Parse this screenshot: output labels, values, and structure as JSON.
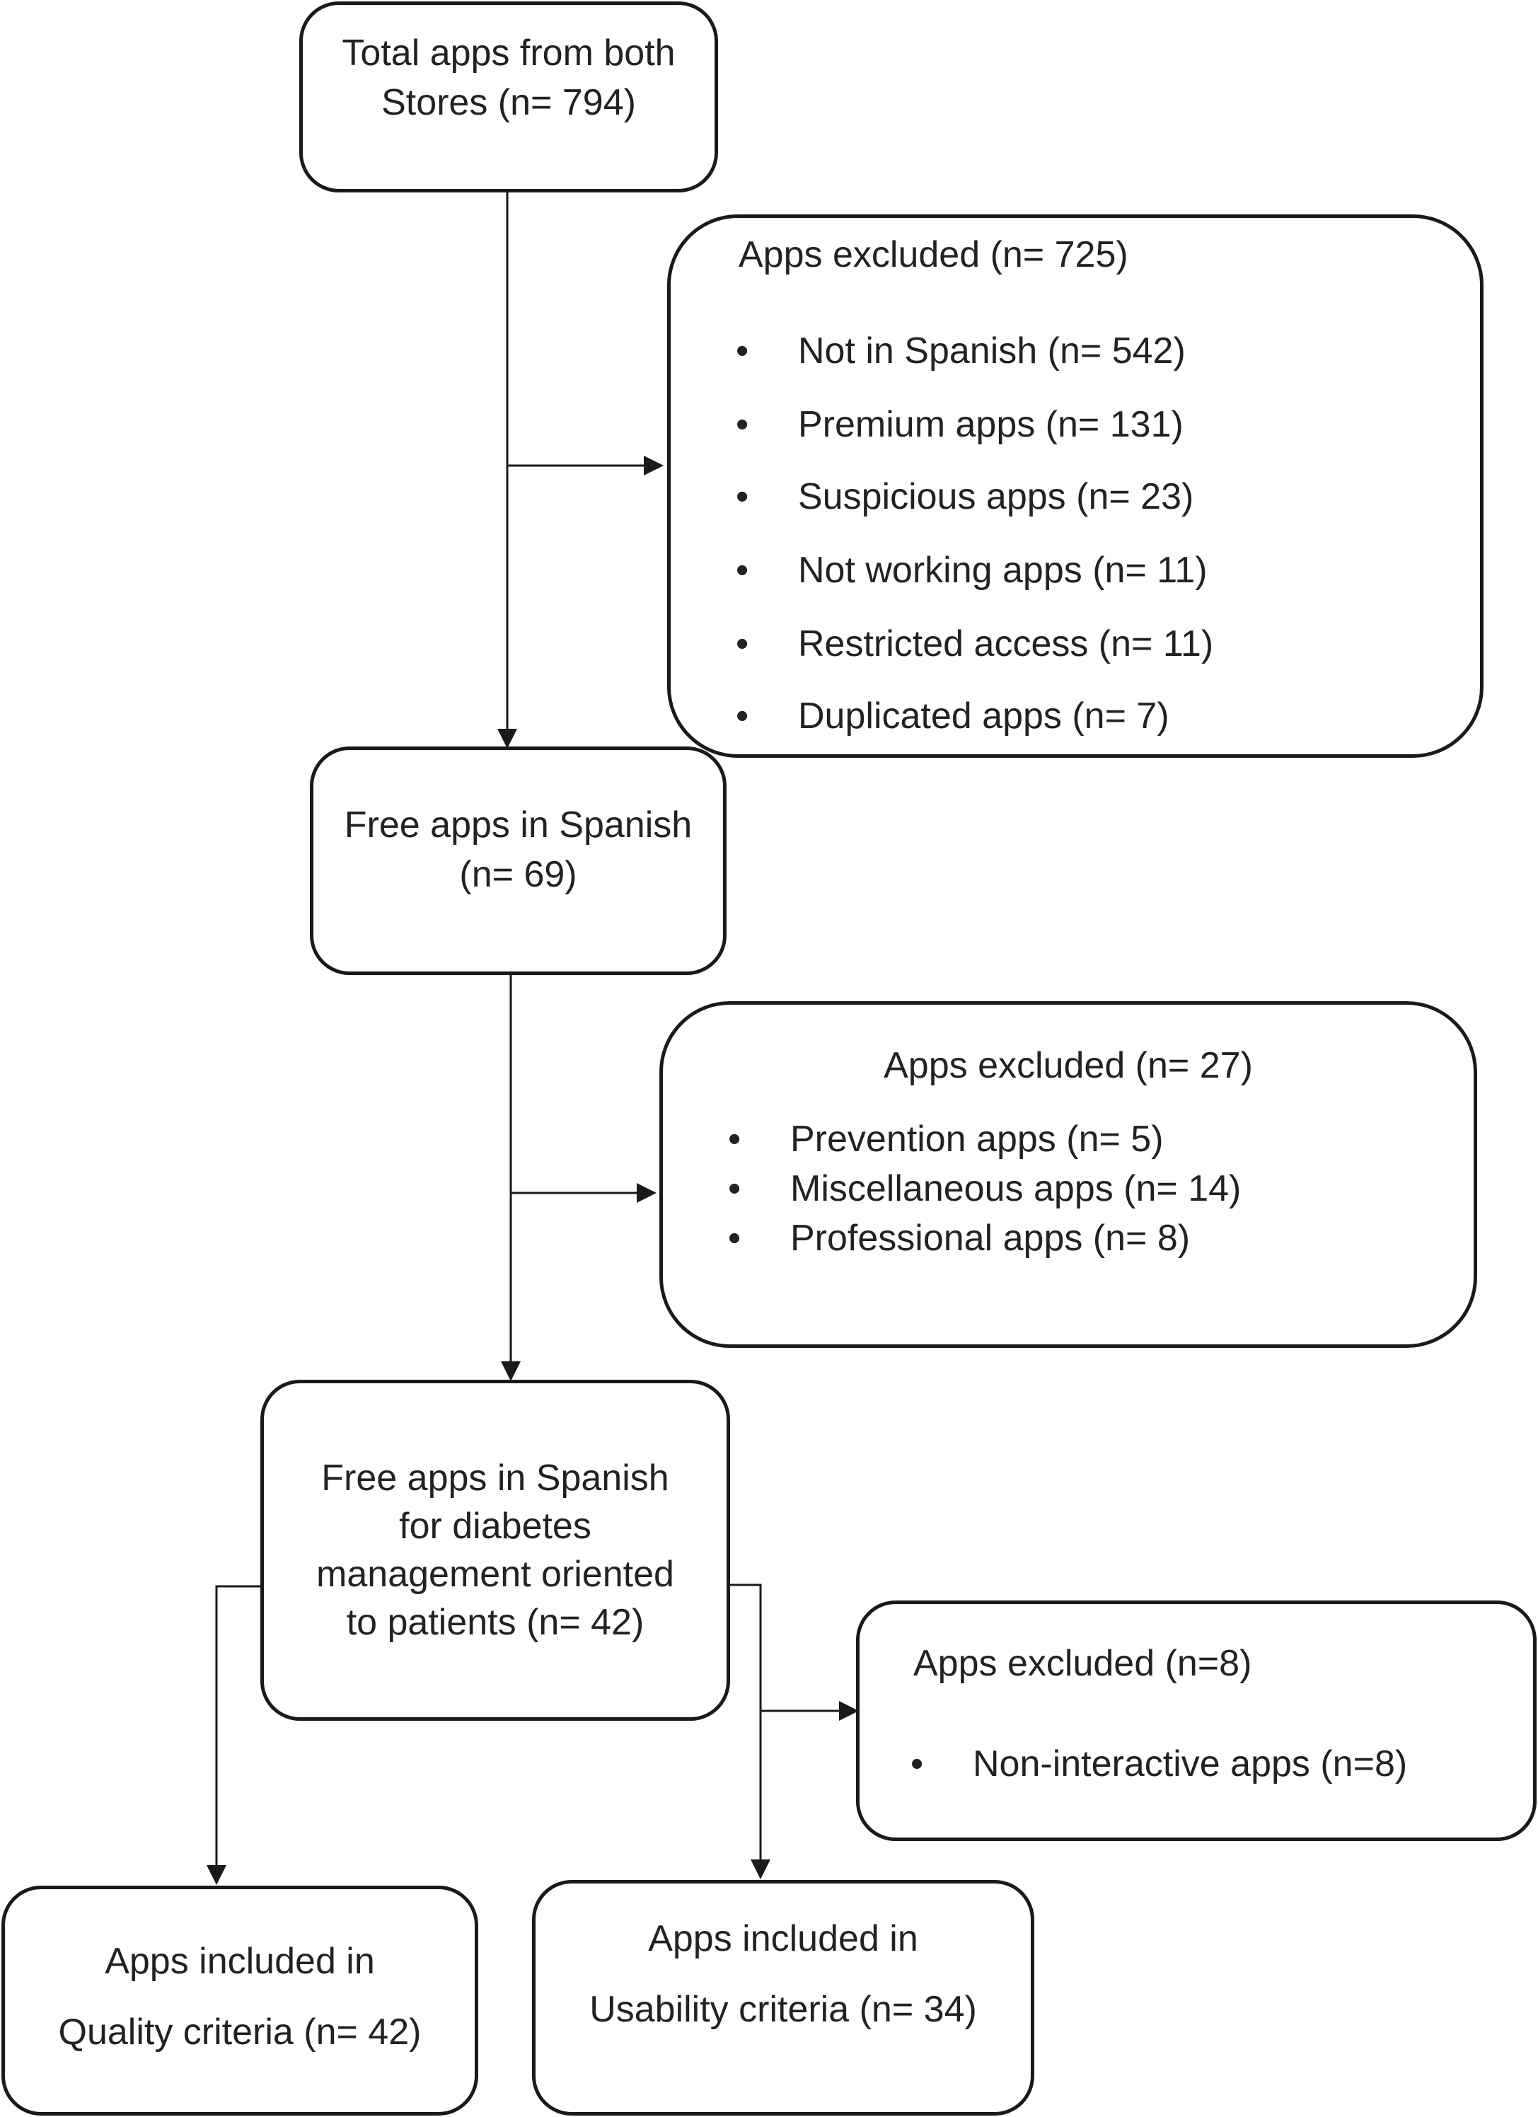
{
  "total": {
    "lines": [
      "Total apps from both",
      "Stores (n= 794)"
    ]
  },
  "excluded1": {
    "title": "Apps excluded (n= 725)",
    "items": [
      "Not in Spanish (n= 542)",
      "Premium apps (n= 131)",
      "Suspicious apps (n= 23)",
      "Not working apps (n= 11)",
      "Restricted access (n= 11)",
      "Duplicated apps (n= 7)"
    ]
  },
  "free_spanish": {
    "lines": [
      "Free apps in Spanish",
      "(n= 69)"
    ]
  },
  "excluded2": {
    "title": "Apps excluded (n= 27)",
    "items": [
      "Prevention apps (n= 5)",
      "Miscellaneous apps (n= 14)",
      "Professional apps (n= 8)"
    ]
  },
  "diabetes": {
    "lines": [
      "Free apps in Spanish",
      "for diabetes",
      "management oriented",
      "to patients (n= 42)"
    ]
  },
  "excluded3": {
    "title": "Apps excluded (n=8)",
    "items": [
      "Non-interactive apps (n=8)"
    ]
  },
  "quality": {
    "lines": [
      "Apps included in",
      "Quality criteria (n= 42)"
    ]
  },
  "usability": {
    "lines": [
      "Apps included in",
      "Usability criteria (n= 34)"
    ]
  },
  "colors": {
    "stroke": "#1a1a1a",
    "text": "#222222",
    "background": "#ffffff"
  }
}
